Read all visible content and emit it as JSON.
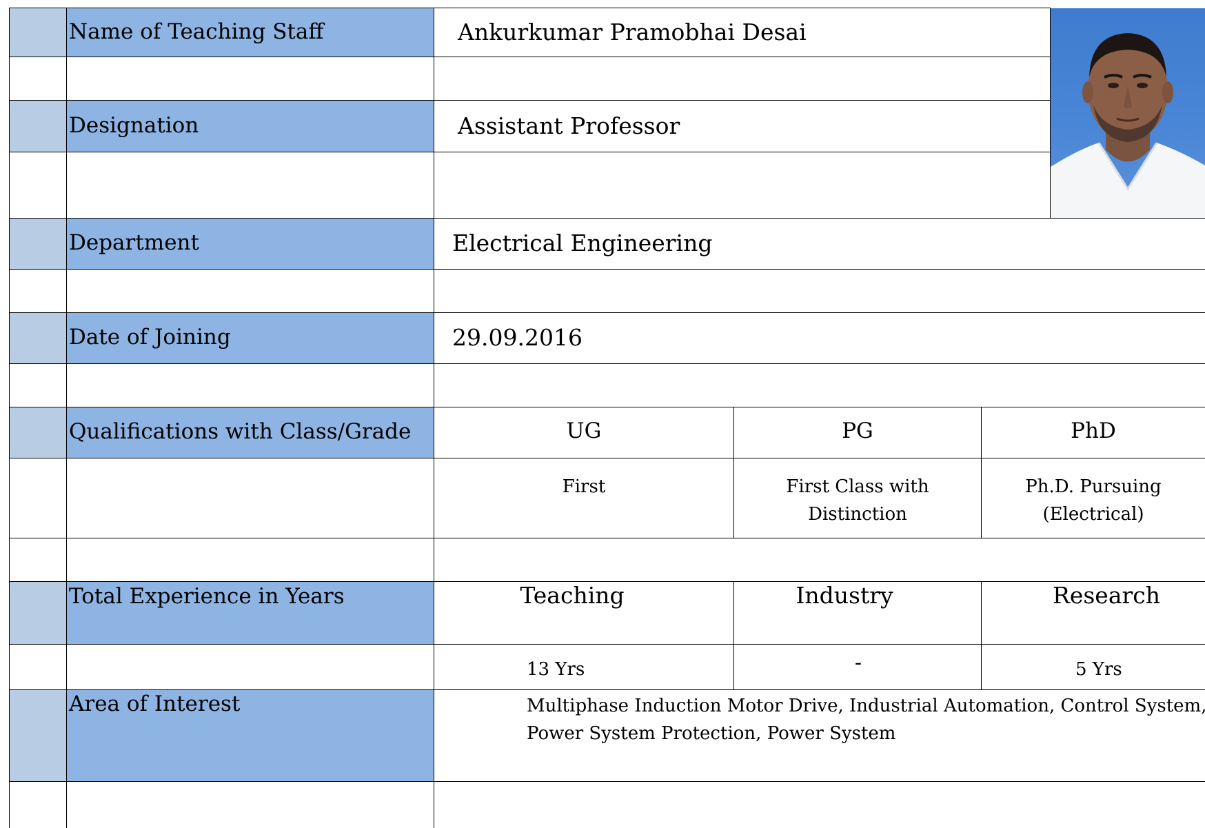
{
  "profile": {
    "name_label": "Name of Teaching Staff",
    "name_value": "Ankurkumar Pramobhai Desai",
    "designation_label": "Designation",
    "designation_value": "Assistant Professor",
    "department_label": "Department",
    "department_value": "Electrical Engineering",
    "joining_label": "Date of Joining",
    "joining_value": "29.09.2016",
    "qualifications_label": "Qualifications with Class/Grade",
    "qualifications": {
      "headers": [
        "UG",
        "PG",
        "PhD"
      ],
      "values": [
        [
          "First"
        ],
        [
          "First Class with",
          "Distinction"
        ],
        [
          "Ph.D. Pursuing",
          "(Electrical)"
        ]
      ]
    },
    "experience_label": "Total Experience in Years",
    "experience": {
      "headers": [
        "Teaching",
        "Industry",
        "Research"
      ],
      "values": [
        "13 Yrs",
        "-",
        "5 Yrs"
      ]
    },
    "interest_label": "Area of Interest",
    "interest_lines": [
      "Multiphase Induction Motor Drive, Industrial Automation, Control System,",
      "Power System Protection, Power System"
    ]
  },
  "colors": {
    "label_fill": "#8eb4e3",
    "margin_fill": "#b8cce4",
    "border": "#000000"
  },
  "photo_alt": "staff-photo"
}
